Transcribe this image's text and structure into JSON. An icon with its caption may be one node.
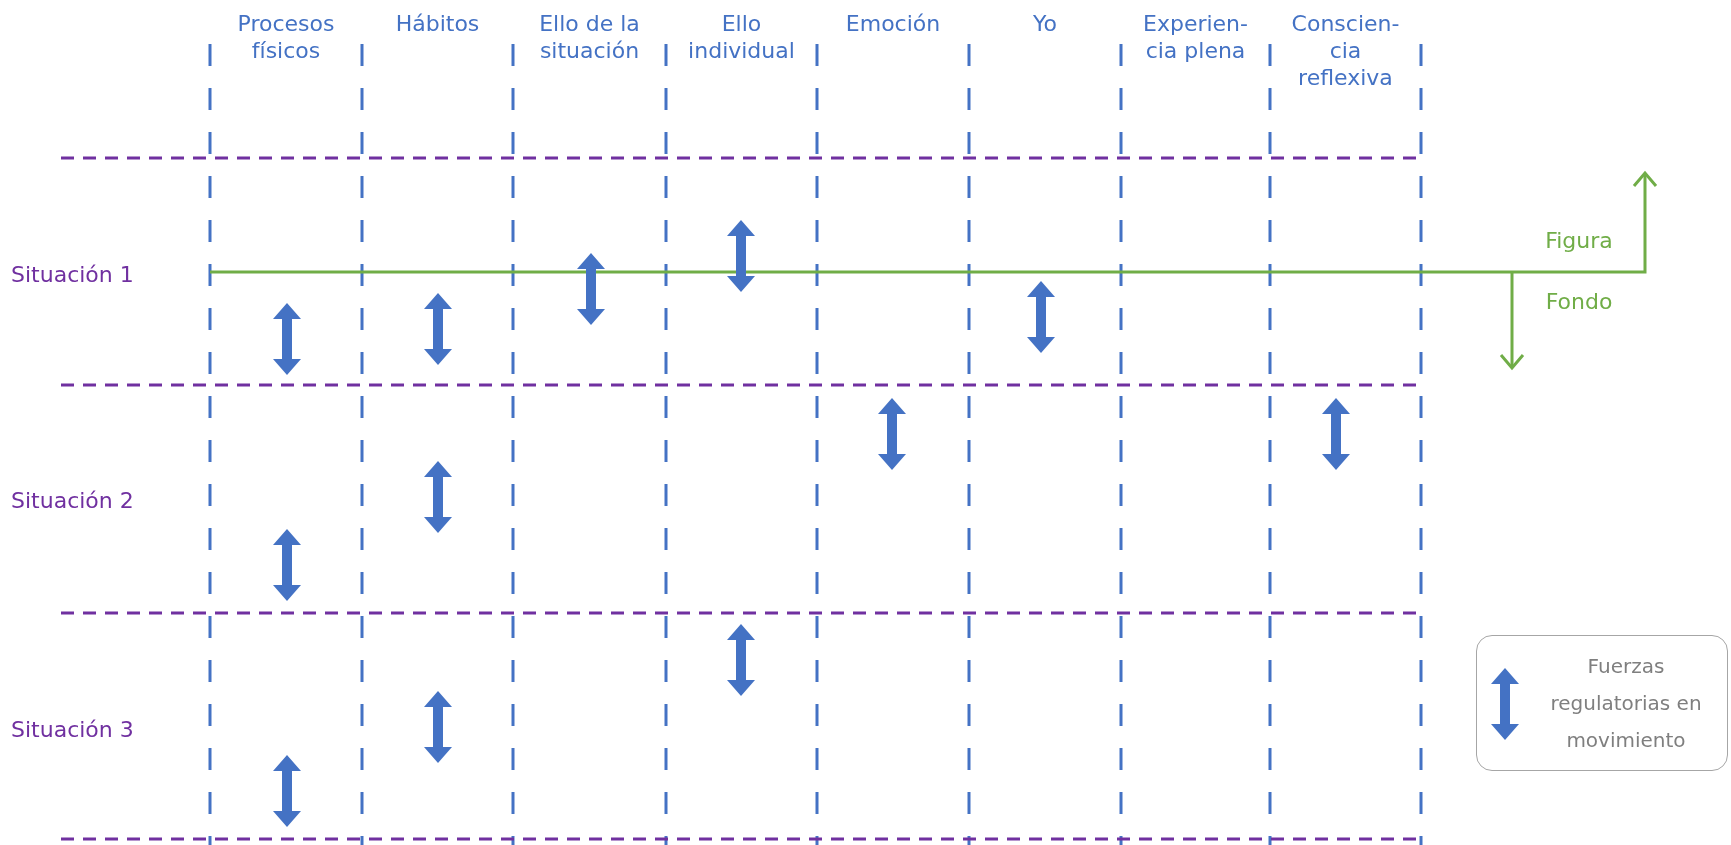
{
  "diagram": {
    "labels": [
      "Procesos físicos",
      "Hábitos",
      "Ello de la situación",
      "Ello individual",
      "Emoción",
      "Yo",
      "Experien- cia plena",
      "Conscien- cia reflexiva",
      "Situación 1",
      "Situación 2",
      "Situación 3",
      "Figura",
      "Fondo"
    ],
    "legend": [
      {
        "text": "Fuerzas regulatorias en movimiento"
      }
    ]
  }
}
